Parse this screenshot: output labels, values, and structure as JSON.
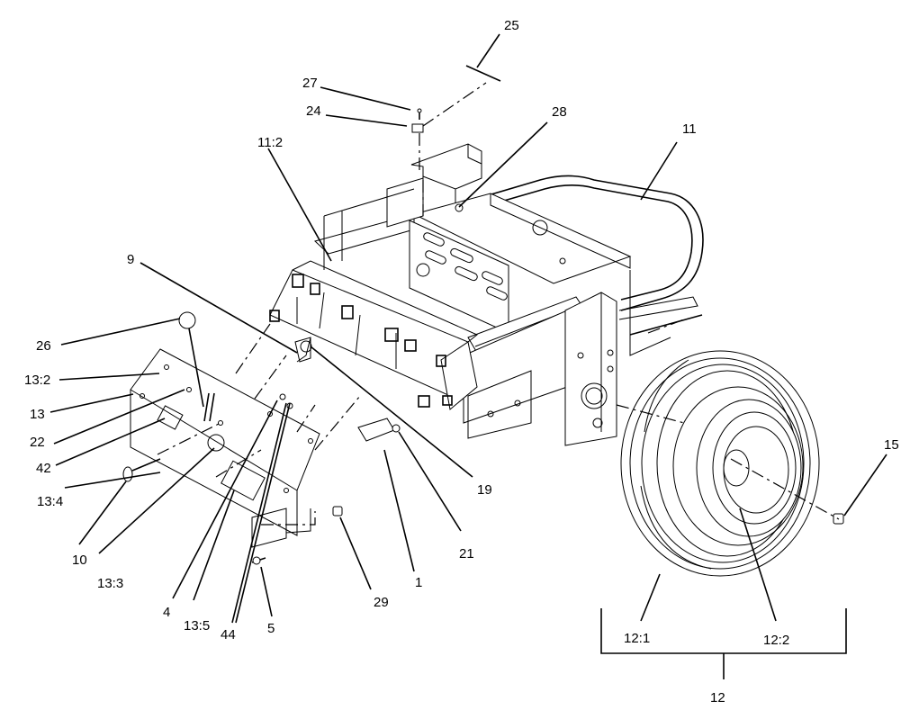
{
  "callouts": {
    "c25": "25",
    "c27": "27",
    "c24": "24",
    "c28": "28",
    "c11_2": "11:2",
    "c11": "11",
    "c9": "9",
    "c26": "26",
    "c13_2": "13:2",
    "c13": "13",
    "c22": "22",
    "c42": "42",
    "c13_4": "13:4",
    "c10": "10",
    "c13_3": "13:3",
    "c4": "4",
    "c13_5": "13:5",
    "c44": "44",
    "c5": "5",
    "c29": "29",
    "c1": "1",
    "c21": "21",
    "c19": "19",
    "c15": "15",
    "c12_1": "12:1",
    "c12_2": "12:2",
    "c12": "12"
  }
}
